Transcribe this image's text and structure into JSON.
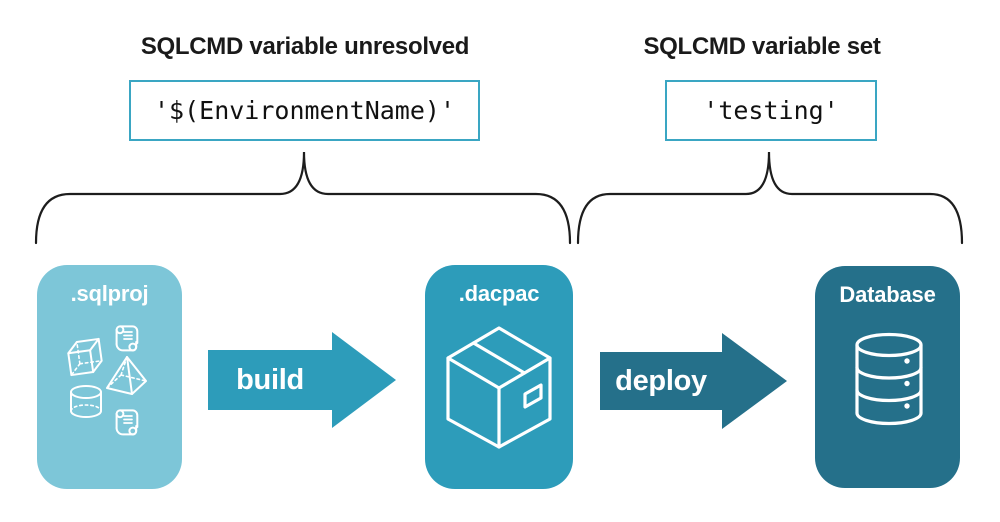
{
  "annotations": {
    "unresolved": {
      "title": "SQLCMD variable unresolved",
      "code": "'$(EnvironmentName)'"
    },
    "set": {
      "title": "SQLCMD variable set",
      "code": "'testing'"
    }
  },
  "pipeline": {
    "nodes": [
      {
        "label": ".sqlproj",
        "icon": "sql-project-objects-icon",
        "color": "#7dc6d8"
      },
      {
        "label": ".dacpac",
        "icon": "package-icon",
        "color": "#2d9cba"
      },
      {
        "label": "Database",
        "icon": "database-icon",
        "color": "#25708a"
      }
    ],
    "arrows": [
      {
        "label": "build",
        "color": "#2d9cba"
      },
      {
        "label": "deploy",
        "color": "#25708a"
      }
    ]
  },
  "colors": {
    "background": "#ffffff",
    "heading_text": "#1a1a1a",
    "code_text": "#111111",
    "code_box_border": "#3aa6c3",
    "brace_stroke": "#1d1d1d",
    "icon_stroke": "#ffffff"
  }
}
